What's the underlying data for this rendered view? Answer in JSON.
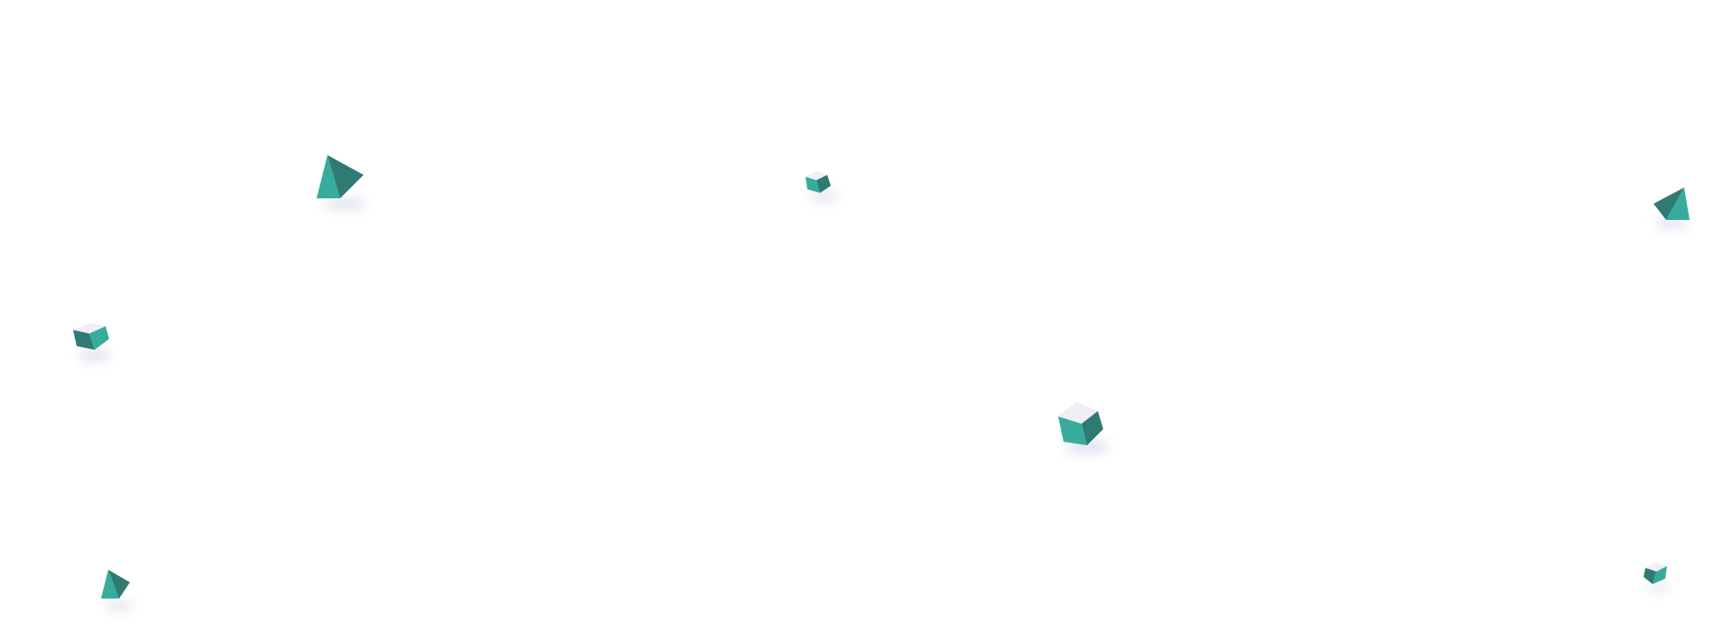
{
  "colors": {
    "teal_light": "#37ac9c",
    "teal_dark": "#2f7a73",
    "teal_mid": "#3a9a8d",
    "top_face": "#eef0f6",
    "shadow": "#c9cbe2"
  },
  "shapes": [
    {
      "kind": "pyramid",
      "icon": "pyramid-icon"
    },
    {
      "kind": "cube",
      "icon": "cube-icon"
    },
    {
      "kind": "pyramid",
      "icon": "pyramid-icon"
    },
    {
      "kind": "cube",
      "icon": "cube-icon"
    },
    {
      "kind": "cube",
      "icon": "cube-icon"
    },
    {
      "kind": "pyramid",
      "icon": "pyramid-icon"
    },
    {
      "kind": "cube",
      "icon": "cube-icon"
    }
  ]
}
